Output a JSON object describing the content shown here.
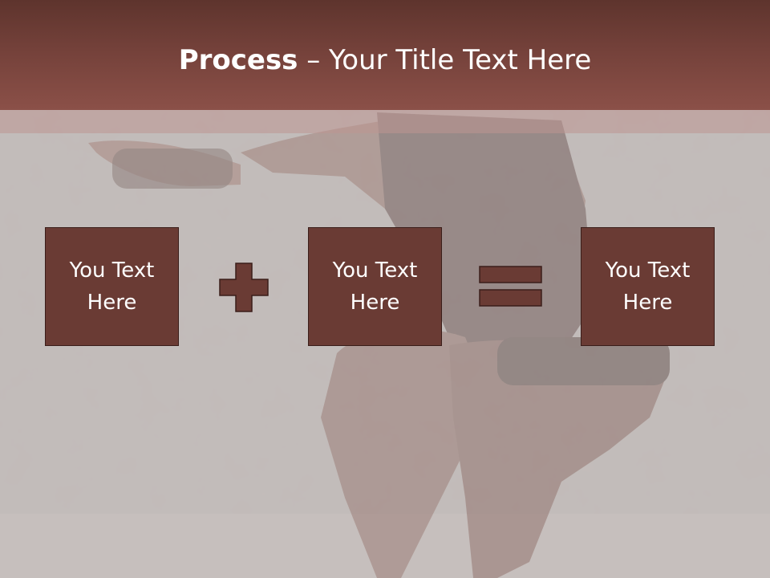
{
  "slide": {
    "title_bold": "Process",
    "title_rest": " – Your Title Text Here",
    "boxes": [
      {
        "label": "You Text\nHere"
      },
      {
        "label": "You Text\nHere"
      },
      {
        "label": "You Text\nHere"
      }
    ],
    "operators": [
      "plus-icon",
      "equals-icon"
    ],
    "colors": {
      "header": "#74413a",
      "box_fill": "#6a3b34",
      "box_border": "#3a1e1a",
      "background": "#bdb5b3"
    }
  }
}
